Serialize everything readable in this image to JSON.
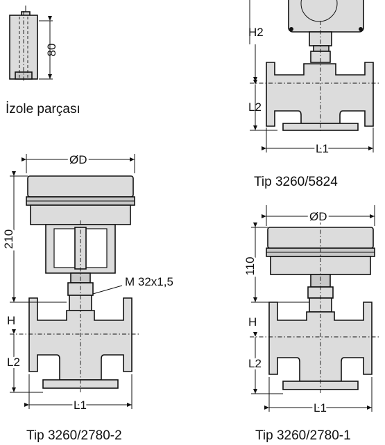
{
  "insulation": {
    "dim_80": "80",
    "caption": "İzole parçası"
  },
  "valve_5824": {
    "dim_H2": "H2",
    "dim_L2": "L2",
    "dim_L1": "L1",
    "caption": "Tip 3260/5824"
  },
  "valve_2780_2": {
    "dim_D": "ØD",
    "dim_210": "210",
    "dim_thread": "M 32x1,5",
    "dim_H": "H",
    "dim_L2": "L2",
    "dim_L1": "L1",
    "caption": "Tip 3260/2780-2"
  },
  "valve_2780_1": {
    "dim_D": "ØD",
    "dim_110": "110",
    "dim_H": "H",
    "dim_L2": "L2",
    "dim_L1": "L1",
    "caption": "Tip 3260/2780-1"
  }
}
